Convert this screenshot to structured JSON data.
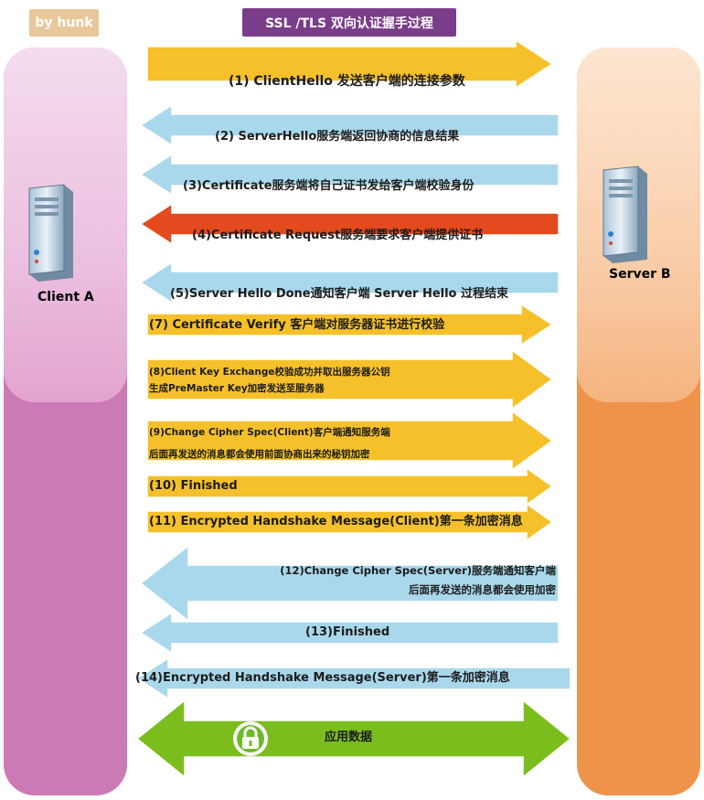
{
  "header": {
    "author": "by hunk",
    "title": "SSL /TLS 双向认证握手过程"
  },
  "nodes": {
    "client": "Client A",
    "server": "Server B"
  },
  "colors": {
    "to_server": "#f5c02a",
    "to_client": "#a9d8ec",
    "request": "#e34a1d",
    "app_data": "#7cbd1e",
    "client_pillar": "#cc7ab5",
    "server_pillar": "#f0934a"
  },
  "messages": [
    {
      "lines": [
        "(1) ClientHello 发送客户端的连接参数"
      ],
      "direction": "to_server",
      "style": "to_server"
    },
    {
      "lines": [
        "(2) ServerHello服务端返回协商的信息结果"
      ],
      "direction": "to_client",
      "style": "to_client"
    },
    {
      "lines": [
        "(3)Certificate服务端将自己证书发给客户端校验身份"
      ],
      "direction": "to_client",
      "style": "to_client"
    },
    {
      "lines": [
        "(4)Certificate Request服务端要求客户端提供证书"
      ],
      "direction": "to_client",
      "style": "request"
    },
    {
      "lines": [
        "(5)Server Hello Done通知客户端 Server Hello 过程结束"
      ],
      "direction": "to_client",
      "style": "to_client"
    },
    {
      "lines": [
        "(7) Certificate Verify 客户端对服务器证书进行校验"
      ],
      "direction": "to_server",
      "style": "to_server"
    },
    {
      "lines": [
        "(8)Client Key Exchange校验成功并取出服务器公钥",
        "生成PreMaster Key加密发送至服务器"
      ],
      "direction": "to_server",
      "style": "to_server"
    },
    {
      "lines": [
        "(9)Change Cipher Spec(Client)客户端通知服务端",
        "后面再发送的消息都会使用前面协商出来的秘钥加密"
      ],
      "direction": "to_server",
      "style": "to_server"
    },
    {
      "lines": [
        "(10) Finished"
      ],
      "direction": "to_server",
      "style": "to_server"
    },
    {
      "lines": [
        "(11) Encrypted Handshake Message(Client)第一条加密消息"
      ],
      "direction": "to_server",
      "style": "to_server"
    },
    {
      "lines": [
        "(12)Change Cipher Spec(Server)服务端通知客户端",
        "后面再发送的消息都会使用加密"
      ],
      "direction": "to_client",
      "style": "to_client"
    },
    {
      "lines": [
        "(13)Finished"
      ],
      "direction": "to_client",
      "style": "to_client"
    },
    {
      "lines": [
        "(14)Encrypted Handshake Message(Server)第一条加密消息"
      ],
      "direction": "to_client",
      "style": "to_client"
    },
    {
      "lines": [
        "应用数据"
      ],
      "direction": "both",
      "style": "app_data",
      "icon": "lock-icon"
    }
  ]
}
